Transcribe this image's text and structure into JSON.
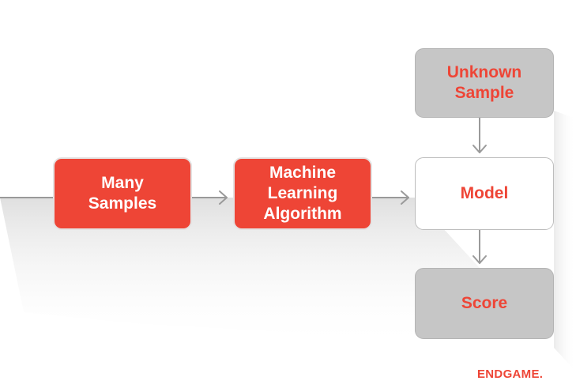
{
  "diagram": {
    "nodes": {
      "many_samples": "Many\nSamples",
      "ml_algorithm": "Machine\nLearning\nAlgorithm",
      "model": "Model",
      "unknown_sample": "Unknown\nSample",
      "score": "Score"
    },
    "edges": [
      {
        "from": "input",
        "to": "many_samples"
      },
      {
        "from": "many_samples",
        "to": "ml_algorithm"
      },
      {
        "from": "ml_algorithm",
        "to": "model"
      },
      {
        "from": "unknown_sample",
        "to": "model"
      },
      {
        "from": "model",
        "to": "score"
      }
    ]
  },
  "branding": {
    "logo_text": "ENDGAME."
  },
  "colors": {
    "accent_red": "#ee4536",
    "box_gray": "#c6c6c6",
    "connector_gray": "#9a9a9a"
  }
}
